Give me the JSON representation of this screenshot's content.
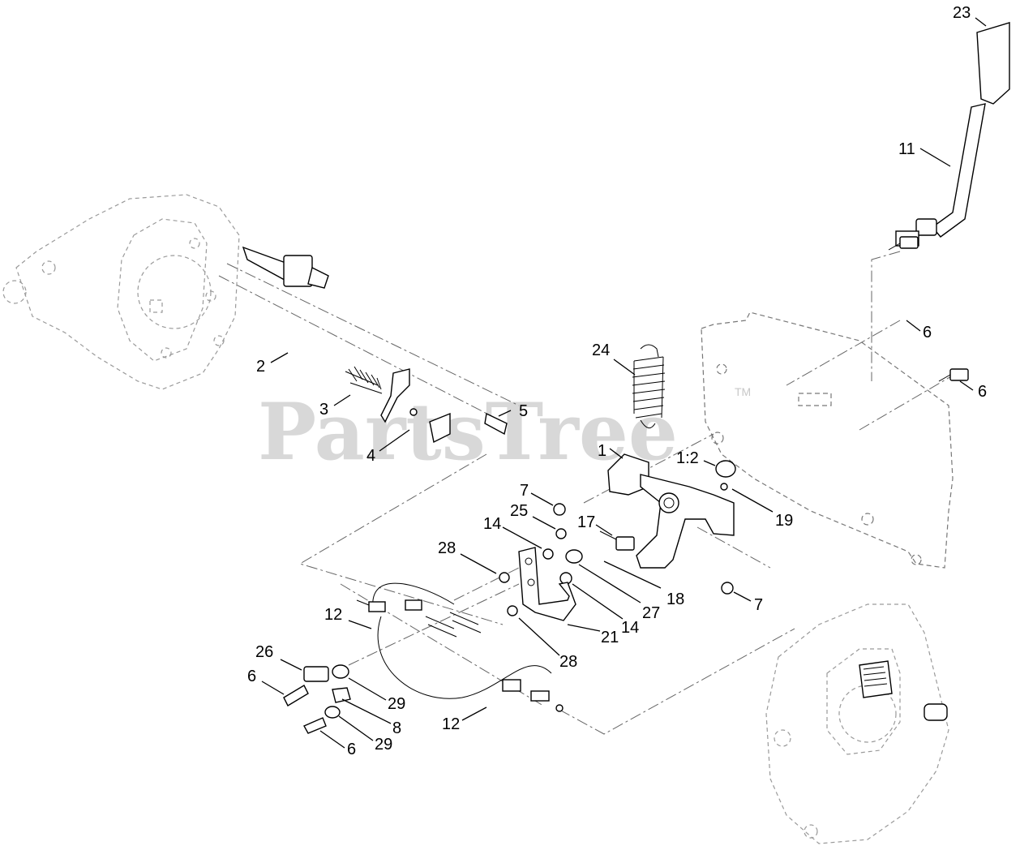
{
  "watermark": {
    "text": "PartsTree",
    "tm": "TM"
  },
  "callouts": [
    {
      "id": "23",
      "label": "23"
    },
    {
      "id": "11",
      "label": "11"
    },
    {
      "id": "6a",
      "label": "6"
    },
    {
      "id": "6b",
      "label": "6"
    },
    {
      "id": "24",
      "label": "24"
    },
    {
      "id": "2",
      "label": "2"
    },
    {
      "id": "3",
      "label": "3"
    },
    {
      "id": "5",
      "label": "5"
    },
    {
      "id": "4",
      "label": "4"
    },
    {
      "id": "1",
      "label": "1"
    },
    {
      "id": "1-2",
      "label": "1:2"
    },
    {
      "id": "19",
      "label": "19"
    },
    {
      "id": "7a",
      "label": "7"
    },
    {
      "id": "25",
      "label": "25"
    },
    {
      "id": "14a",
      "label": "14"
    },
    {
      "id": "17",
      "label": "17"
    },
    {
      "id": "28a",
      "label": "28"
    },
    {
      "id": "18",
      "label": "18"
    },
    {
      "id": "27",
      "label": "27"
    },
    {
      "id": "14b",
      "label": "14"
    },
    {
      "id": "7b",
      "label": "7"
    },
    {
      "id": "12a",
      "label": "12"
    },
    {
      "id": "21",
      "label": "21"
    },
    {
      "id": "26",
      "label": "26"
    },
    {
      "id": "28b",
      "label": "28"
    },
    {
      "id": "6c",
      "label": "6"
    },
    {
      "id": "29a",
      "label": "29"
    },
    {
      "id": "8",
      "label": "8"
    },
    {
      "id": "12b",
      "label": "12"
    },
    {
      "id": "29b",
      "label": "29"
    },
    {
      "id": "6d",
      "label": "6"
    }
  ]
}
